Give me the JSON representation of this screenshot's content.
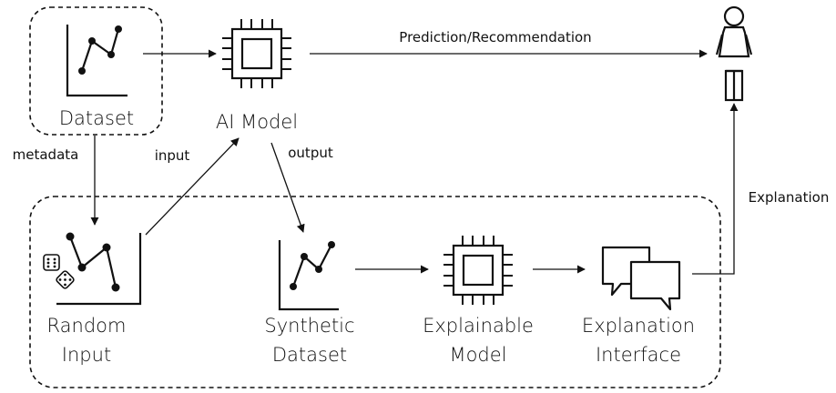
{
  "nodes": {
    "dataset": "Dataset",
    "ai_model": "AI Model",
    "random_input": [
      "Random",
      "Input"
    ],
    "synthetic_dataset": [
      "Synthetic",
      "Dataset"
    ],
    "explainable_model": [
      "Explainable",
      "Model"
    ],
    "explanation_interface": [
      "Explanation",
      "Interface"
    ]
  },
  "edges": {
    "prediction": "Prediction/Recommendation",
    "metadata": "metadata",
    "input": "input",
    "output": "output",
    "explanation": "Explanation"
  }
}
